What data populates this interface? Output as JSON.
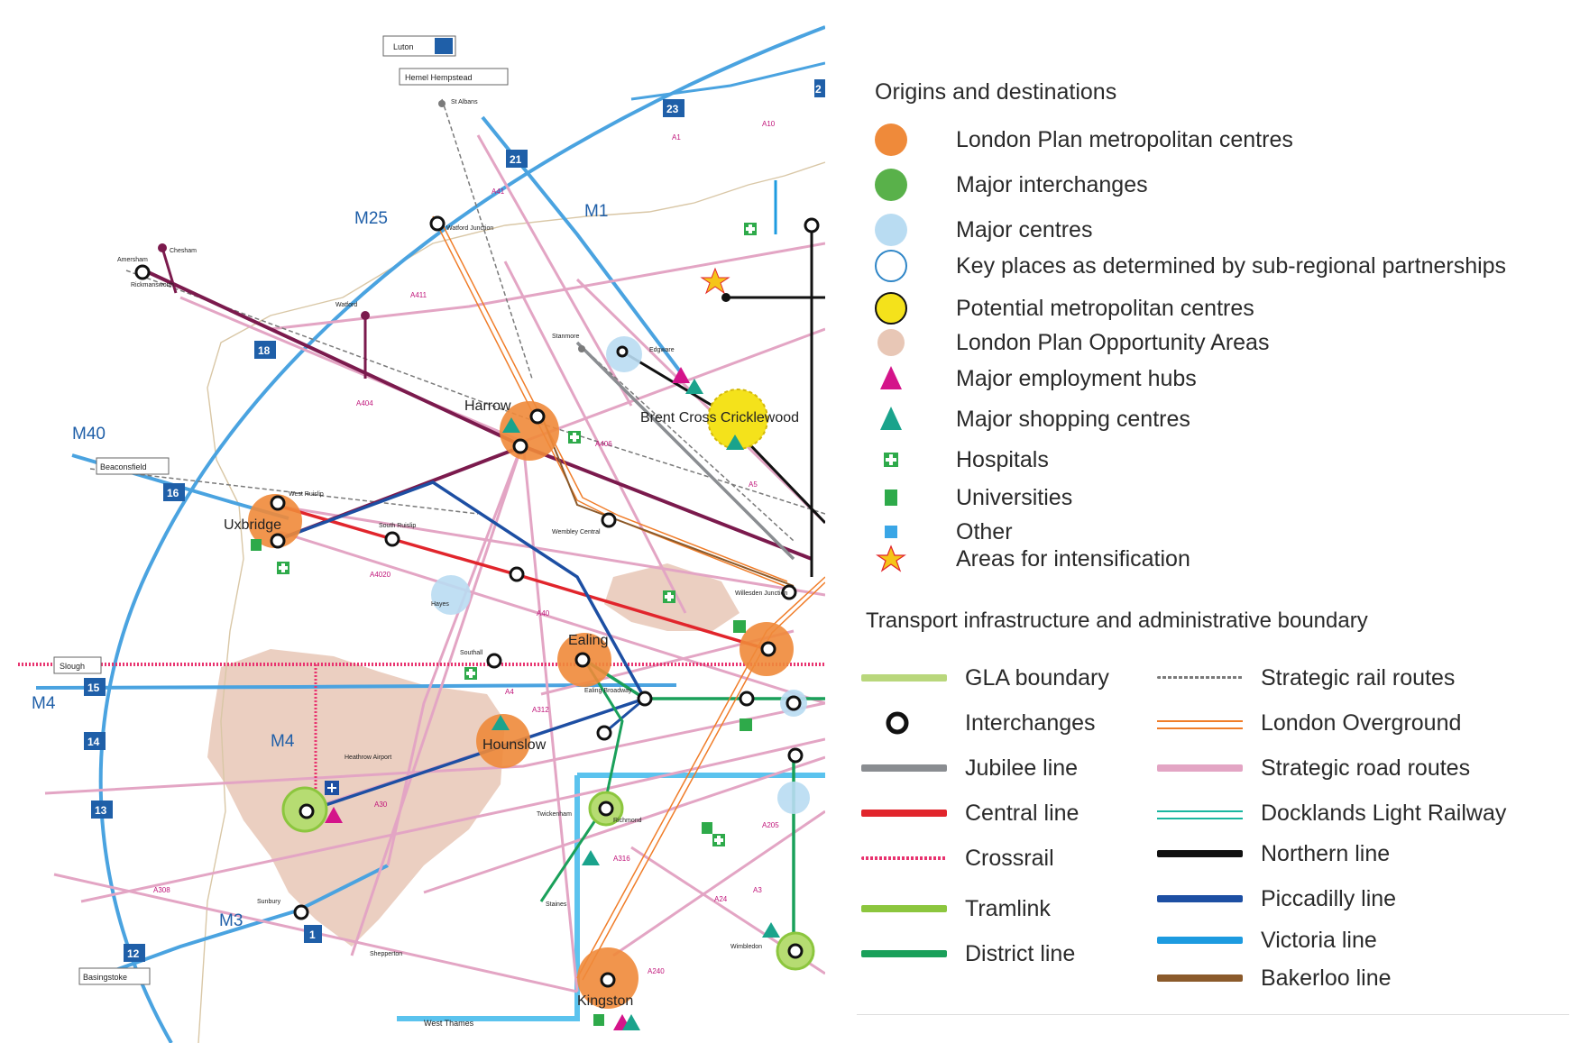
{
  "map": {
    "motorways": [
      "M25",
      "M1",
      "M40",
      "M4",
      "M3"
    ],
    "junctions": [
      "23",
      "21",
      "18",
      "16",
      "15",
      "14",
      "13",
      "12",
      "1",
      "2"
    ],
    "boxed_places": [
      "Luton",
      "Hemel Hempstead",
      "Beaconsfield",
      "Slough",
      "Basingstoke",
      "West Thames"
    ],
    "major_labels": [
      "Harrow",
      "Uxbridge",
      "Ealing",
      "Hounslow",
      "Kingston",
      "Brent Cross Cricklewood"
    ],
    "small_places": [
      "St Albans",
      "Watford Junction",
      "Rickmansworth",
      "Amersham",
      "Chesham",
      "Watford",
      "Stanmore",
      "Edgware",
      "Heathrow Airport",
      "Sunbury",
      "Staines",
      "Shepperton",
      "Twickenham",
      "Wembley Central",
      "Willesden Junction",
      "Southall",
      "Hayes",
      "Richmond",
      "Wimbledon",
      "West Ruislip",
      "South Ruislip",
      "Ealing Broadway"
    ],
    "roads": [
      "A1",
      "A41",
      "A10",
      "A411",
      "A404",
      "A40",
      "A4020",
      "A4",
      "A312",
      "A30",
      "A316",
      "A308",
      "A205",
      "A3",
      "A24",
      "A240",
      "A406",
      "A5"
    ]
  },
  "legend": {
    "origins_title": "Origins and destinations",
    "origins": [
      {
        "label": "London Plan metropolitan centres",
        "icon": "orange-circle-icon",
        "color": "#ef8a3a"
      },
      {
        "label": "Major interchanges",
        "icon": "green-circle-icon",
        "color": "#59b14a"
      },
      {
        "label": "Major centres",
        "icon": "light-blue-circle-icon",
        "color": "#b9dcf2"
      },
      {
        "label": "Key places as determined by sub-regional partnerships",
        "icon": "outline-circle-icon",
        "color": "#2f86c7"
      },
      {
        "label": "Potential metropolitan centres",
        "icon": "yellow-circle-icon",
        "color": "#f4e21b"
      },
      {
        "label": "London Plan Opportunity Areas",
        "icon": "opportunity-area-icon",
        "color": "#e8c7b6"
      },
      {
        "label": "Major employment hubs",
        "icon": "magenta-triangle-icon",
        "color": "#d4148a"
      },
      {
        "label": "Major shopping centres",
        "icon": "teal-triangle-icon",
        "color": "#1aa38c"
      },
      {
        "label": "Hospitals",
        "icon": "hospital-icon",
        "color": "#2eaa4a"
      },
      {
        "label": "Universities",
        "icon": "university-icon",
        "color": "#2eaa4a"
      },
      {
        "label": "Other",
        "icon": "other-square-icon",
        "color": "#3aa6e6"
      },
      {
        "label": "Areas for intensification",
        "icon": "star-icon",
        "color": "#f5c518"
      }
    ],
    "transport_title": "Transport infrastructure and administrative boundary",
    "transport_left": [
      {
        "label": "GLA boundary",
        "icon": "gla-boundary-icon",
        "color": "#b9d77c"
      },
      {
        "label": "Interchanges",
        "icon": "interchange-ring-icon",
        "color": "#111111"
      },
      {
        "label": "Jubilee line",
        "icon": "jubilee-line-icon",
        "color": "#8a8d91"
      },
      {
        "label": "Central line",
        "icon": "central-line-icon",
        "color": "#e1252c"
      },
      {
        "label": "Crossrail",
        "icon": "crossrail-icon",
        "color": "#e8336f"
      },
      {
        "label": "Tramlink",
        "icon": "tramlink-icon",
        "color": "#8cc63e"
      },
      {
        "label": "District line",
        "icon": "district-line-icon",
        "color": "#1aa05a"
      }
    ],
    "transport_right": [
      {
        "label": "Strategic rail routes",
        "icon": "rail-route-icon",
        "color": "#7a7a7a"
      },
      {
        "label": "London Overground",
        "icon": "overground-icon",
        "color": "#f07d29"
      },
      {
        "label": "Strategic road routes",
        "icon": "road-route-icon",
        "color": "#e3a5c4"
      },
      {
        "label": "Docklands Light Railway",
        "icon": "dlr-icon",
        "color": "#19b6a0"
      },
      {
        "label": "Northern line",
        "icon": "northern-line-icon",
        "color": "#111111"
      },
      {
        "label": "Piccadilly line",
        "icon": "piccadilly-line-icon",
        "color": "#1d4fa3"
      },
      {
        "label": "Victoria line",
        "icon": "victoria-line-icon",
        "color": "#1d9be0"
      },
      {
        "label": "Bakerloo line",
        "icon": "bakerloo-line-icon",
        "color": "#8b5a2b"
      }
    ]
  }
}
